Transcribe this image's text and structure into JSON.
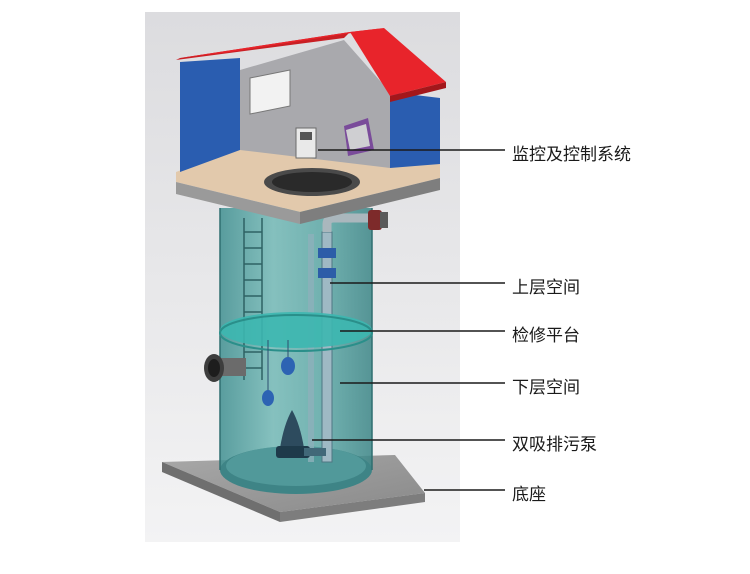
{
  "diagram": {
    "labels": [
      {
        "id": "monitor",
        "text": "监控及控制系统"
      },
      {
        "id": "upper",
        "text": "上层空间"
      },
      {
        "id": "platform",
        "text": "检修平台"
      },
      {
        "id": "lower",
        "text": "下层空间"
      },
      {
        "id": "pump",
        "text": "双吸排污泵"
      },
      {
        "id": "base",
        "text": "底座"
      }
    ]
  },
  "colors": {
    "roof": "#e8242b",
    "wall_blue": "#2a5db0",
    "wall_gray": "#a9a9ad",
    "floor_top": "#e2c9ac",
    "tank": "#5aa6a4",
    "platform": "#3cb7b0",
    "base": "#8f8f8f",
    "leader_line": "#1a1a1a"
  }
}
